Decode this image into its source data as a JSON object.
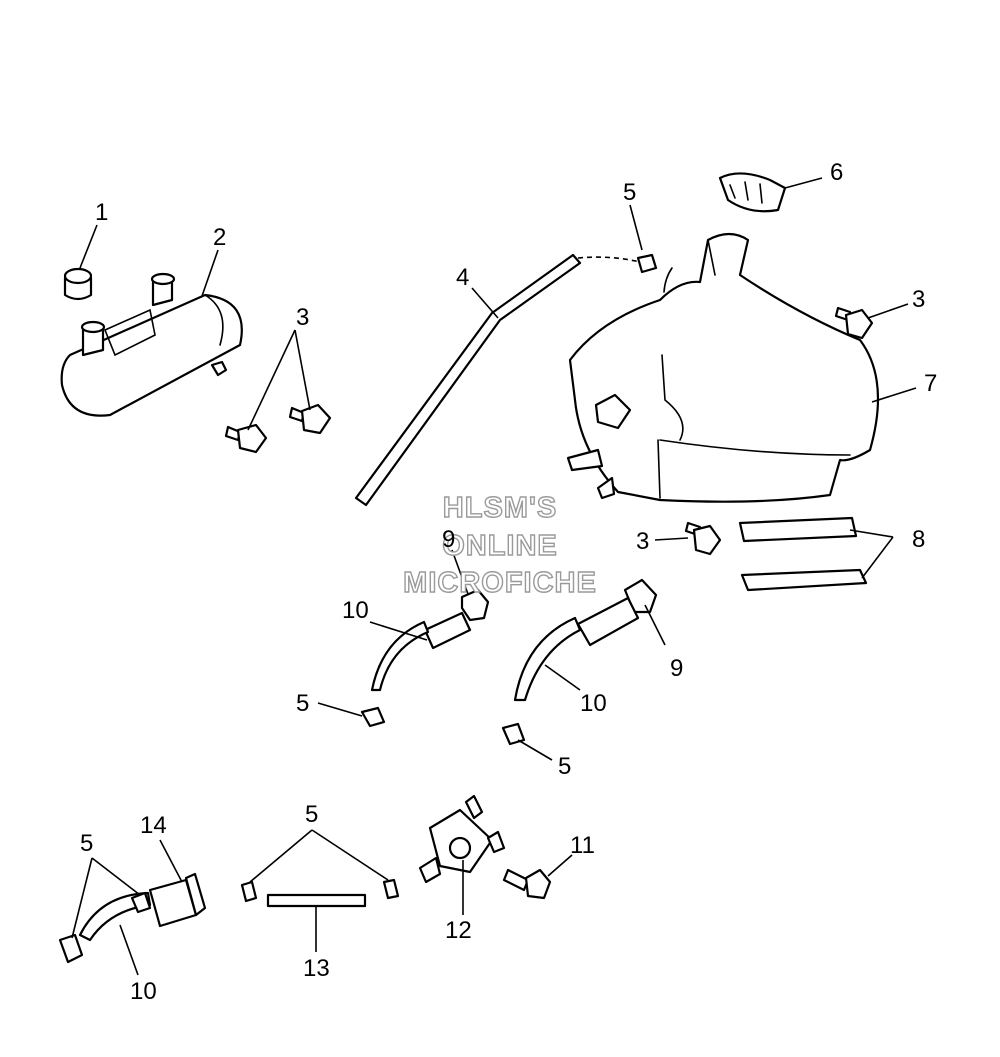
{
  "watermark": [
    "HLSM'S",
    "ONLINE",
    "MICROFICHE"
  ],
  "callouts": {
    "c1": "1",
    "c2": "2",
    "c3a": "3",
    "c3b": "3",
    "c3c": "3",
    "c4": "4",
    "c5a": "5",
    "c5b": "5",
    "c5c": "5",
    "c5d": "5",
    "c5e": "5",
    "c6": "6",
    "c7": "7",
    "c8": "8",
    "c9a": "9",
    "c9b": "9",
    "c10a": "10",
    "c10b": "10",
    "c10c": "10",
    "c11": "11",
    "c12": "12",
    "c13": "13",
    "c14": "14"
  }
}
